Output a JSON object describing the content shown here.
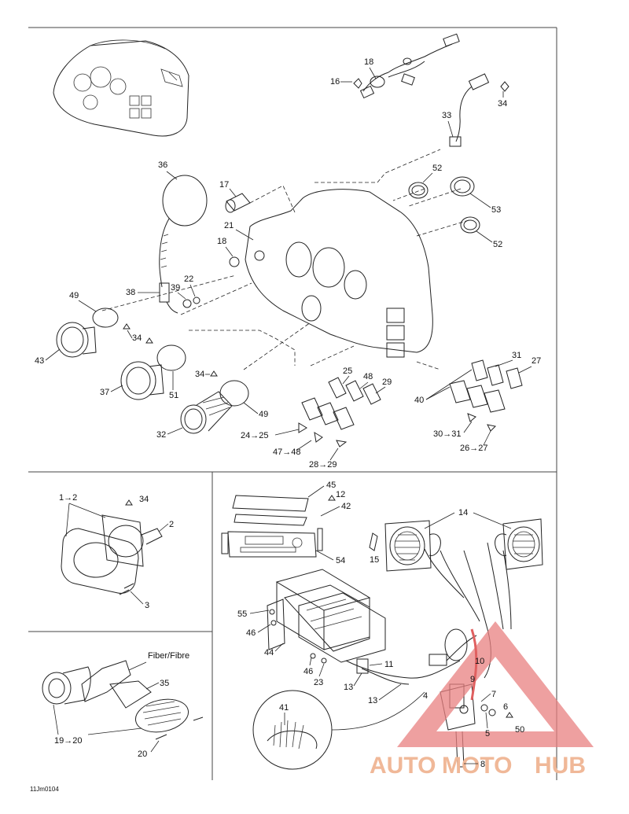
{
  "diagram_code": "11Jm0104",
  "watermark": {
    "part1": "AUTO",
    "part2": "MOTO",
    "part3": "HUB",
    "color_primary": "#f0b898",
    "color_accent": "#e02020"
  },
  "labels": {
    "l16": "16",
    "l18a": "18",
    "l34a": "34",
    "l33": "33",
    "l36": "36",
    "l17": "17",
    "l52a": "52",
    "l53": "53",
    "l52b": "52",
    "l21": "21",
    "l18b": "18",
    "l39": "39",
    "l22": "22",
    "l38": "38",
    "l49a": "49",
    "l34b": "34",
    "l43": "43",
    "l37": "37",
    "l51": "51",
    "l34c": "34",
    "l49b": "49",
    "l32": "32",
    "l25": "25",
    "l48": "48",
    "l29": "29",
    "l31": "31",
    "l27": "27",
    "l40": "40",
    "l24_25": "24→25",
    "l47_48": "47→48",
    "l28_29": "28→29",
    "l30_31": "30→31",
    "l26_27": "26→27",
    "l1_2": "1→2",
    "l34d": "34",
    "l2": "2",
    "l3": "3",
    "l45": "45",
    "l12": "12",
    "l42": "42",
    "l14": "14",
    "l15": "15",
    "l54": "54",
    "l55": "55",
    "l46a": "46",
    "l44": "44",
    "l46b": "46",
    "l23": "23",
    "l11": "11",
    "l13a": "13",
    "l13b": "13",
    "l4": "4",
    "l10": "10",
    "l9": "9",
    "l7": "7",
    "l6": "6",
    "l5": "5",
    "l50": "50",
    "l8": "8",
    "l41": "41",
    "fiber": "Fiber/Fibre",
    "l35": "35",
    "l19_20": "19→20",
    "l20": "20"
  }
}
